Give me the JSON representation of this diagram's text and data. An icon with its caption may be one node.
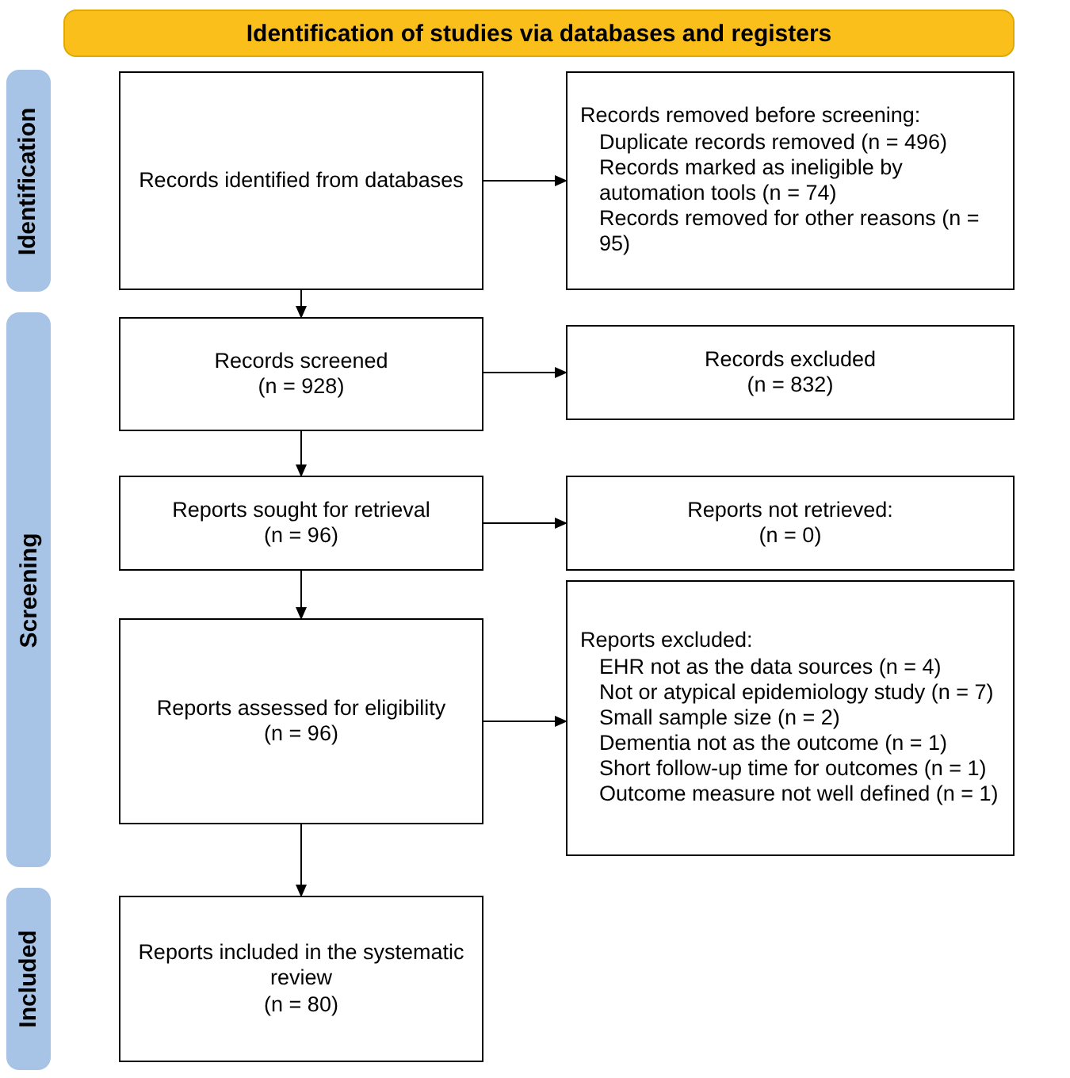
{
  "diagram": {
    "nodes": [
      {
        "text": [
          "Identification of studies via databases and registers"
        ]
      },
      {
        "text": [
          "Identification"
        ]
      },
      {
        "text": [
          "Screening"
        ]
      },
      {
        "text": [
          "Included"
        ]
      },
      {
        "text": [
          "Records identified from databases"
        ]
      },
      {
        "text": [
          "Records removed before screening:",
          "Duplicate records removed (n = 496)",
          "Records marked as ineligible by automation tools (n = 74)",
          "Records removed for other reasons (n = 95)"
        ]
      },
      {
        "text": [
          "Records screened",
          "(n = 928)"
        ]
      },
      {
        "text": [
          "Records excluded",
          "(n = 832)"
        ]
      },
      {
        "text": [
          "Reports sought for retrieval",
          "(n = 96)"
        ]
      },
      {
        "text": [
          "Reports not retrieved:",
          "(n = 0)"
        ]
      },
      {
        "text": [
          "Reports assessed for eligibility",
          "(n = 96)"
        ]
      },
      {
        "text": [
          "Reports excluded:",
          "EHR not as the data sources (n = 4)",
          "Not or atypical epidemiology study (n = 7)",
          "Small sample size (n = 2)",
          "Dementia not as the outcome (n = 1)",
          "Short follow-up time for outcomes (n = 1)",
          "Outcome measure not well defined (n = 1)"
        ]
      },
      {
        "text": [
          "Reports included in the systematic review",
          "(n = 80)"
        ]
      }
    ],
    "edges": [
      {
        "from": 4,
        "to": 5,
        "arrow": "to"
      },
      {
        "from": 4,
        "to": 6,
        "arrow": "to"
      },
      {
        "from": 6,
        "to": 7,
        "arrow": "to"
      },
      {
        "from": 6,
        "to": 8,
        "arrow": "to"
      },
      {
        "from": 8,
        "to": 9,
        "arrow": "to"
      },
      {
        "from": 8,
        "to": 10,
        "arrow": "to"
      },
      {
        "from": 10,
        "to": 11,
        "arrow": "to"
      },
      {
        "from": 10,
        "to": 12,
        "arrow": "to"
      }
    ]
  }
}
